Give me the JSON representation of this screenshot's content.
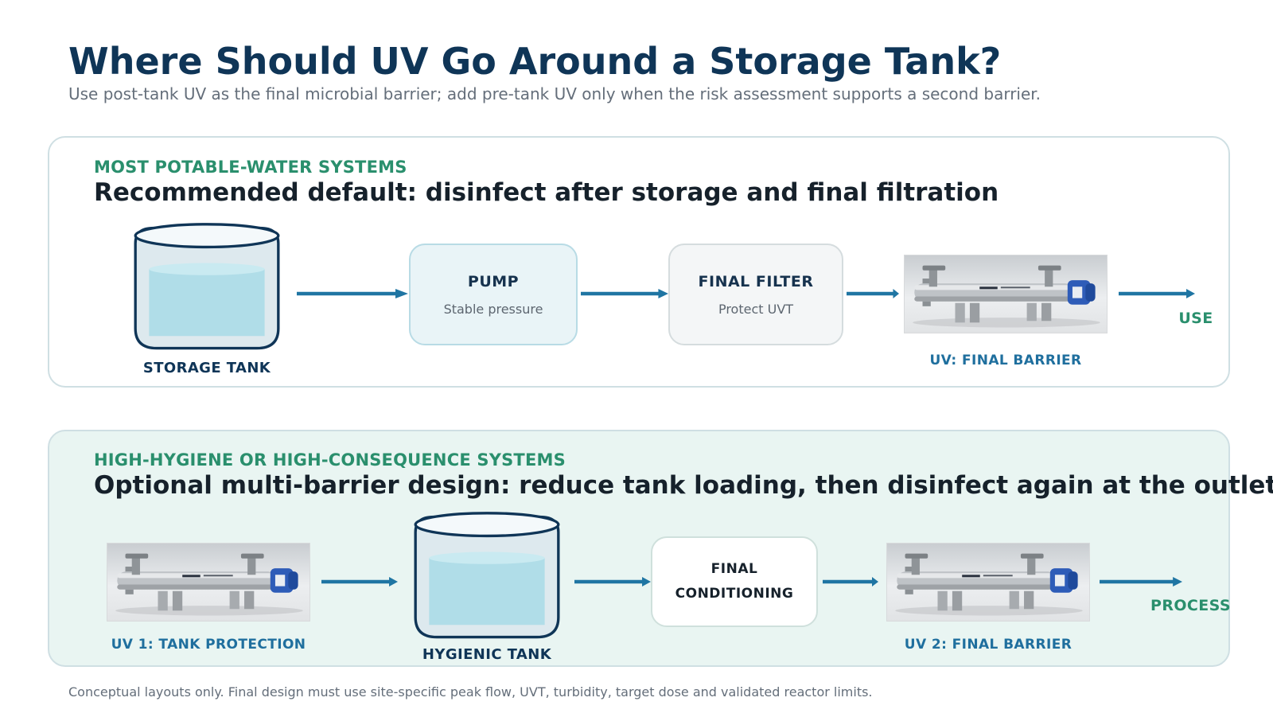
{
  "page": {
    "title": "Where Should UV Go Around a Storage Tank?",
    "subtitle": "Use post-tank UV as the final microbial barrier; add pre-tank UV only when the risk assessment supports a second barrier.",
    "footnote": "Conceptual layouts only. Final design must use site-specific peak flow, UVT, turbidity, target dose and validated reactor limits."
  },
  "default_layout": {
    "kicker": "MOST POTABLE-WATER SYSTEMS",
    "heading": "Recommended default: disinfect after storage and final filtration",
    "tank_label": "STORAGE TANK",
    "pump": {
      "title": "PUMP",
      "subtitle": "Stable pressure"
    },
    "filter": {
      "title": "FINAL FILTER",
      "subtitle": "Protect UVT"
    },
    "uv_label": "UV: FINAL BARRIER",
    "end_label": "USE"
  },
  "multi_barrier_layout": {
    "kicker": "HIGH-HYGIENE OR HIGH-CONSEQUENCE SYSTEMS",
    "heading": "Optional multi-barrier design: reduce tank loading, then disinfect again at the outlet",
    "uv1_label": "UV 1: TANK PROTECTION",
    "tank_label": "HYGIENIC TANK",
    "conditioning": {
      "line1": "FINAL",
      "line2": "CONDITIONING"
    },
    "uv2_label": "UV 2: FINAL BARRIER",
    "end_label": "PROCESS"
  },
  "colors": {
    "title": "#0f3557",
    "accent_green": "#2a8f6d",
    "accent_blue": "#1f6f9e",
    "arrow": "#1f75a3",
    "tank_outline": "#0f3557",
    "water": "#b0dde8",
    "panel_tint": "#e9f5f2"
  },
  "icons": {
    "tank": "storage-tank-icon",
    "uv_reactor": "uv-reactor-photo",
    "arrow": "flow-arrow-icon"
  }
}
